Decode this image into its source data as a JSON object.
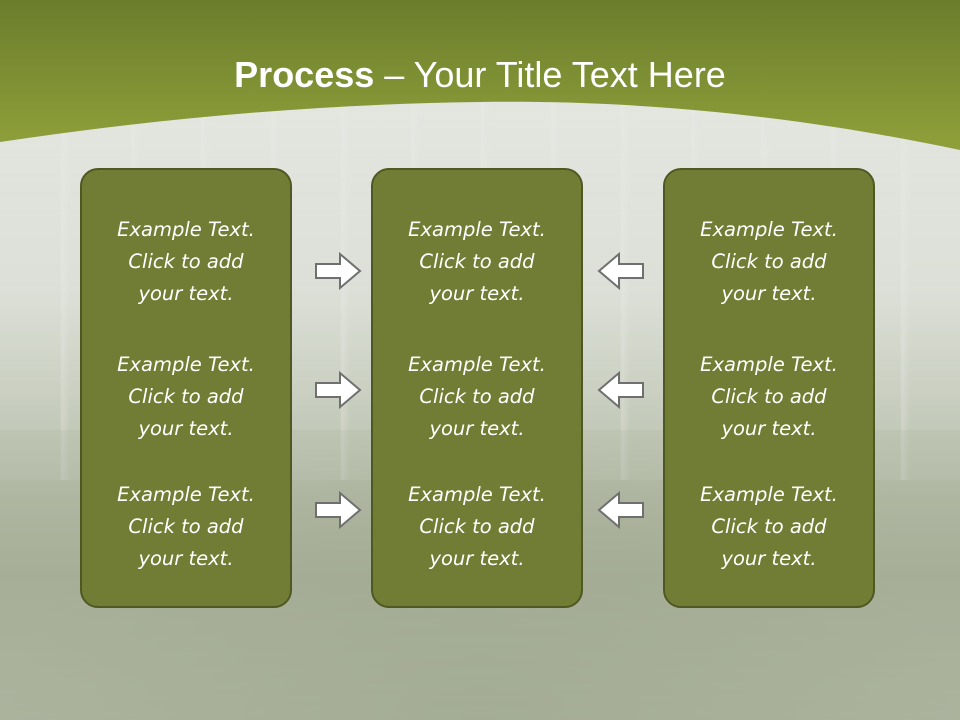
{
  "title": {
    "bold": "Process",
    "rest": " – Your Title Text Here"
  },
  "colors": {
    "header_dark": "#6b7d2c",
    "header_light": "#8fa03a",
    "panel_fill": "#717c34",
    "panel_border": "#4f5822"
  },
  "columns": [
    {
      "cells": [
        [
          "Example Text.",
          "Click  to add",
          "your text."
        ],
        [
          "Example Text.",
          "Click  to add",
          "your text."
        ],
        [
          "Example Text.",
          "Click  to add",
          "your text."
        ]
      ]
    },
    {
      "cells": [
        [
          "Example Text.",
          "Click  to add",
          "your text."
        ],
        [
          "Example Text.",
          "Click  to add",
          "your text."
        ],
        [
          "Example Text.",
          "Click  to add",
          "your text."
        ]
      ]
    },
    {
      "cells": [
        [
          "Example Text.",
          "Click  to add",
          "your text."
        ],
        [
          "Example Text.",
          "Click  to add",
          "your text."
        ],
        [
          "Example Text.",
          "Click  to add",
          "your text."
        ]
      ]
    }
  ],
  "arrows": {
    "left_group": "right-arrow-icon",
    "right_group": "left-arrow-icon"
  }
}
